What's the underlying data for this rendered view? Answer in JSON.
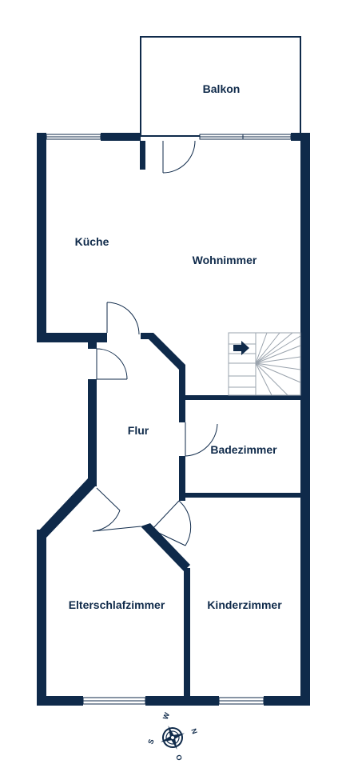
{
  "colors": {
    "wall": "#0f2a4a",
    "background": "#ffffff",
    "stairs": "#9aa3ad"
  },
  "rooms": {
    "balkon": "Balkon",
    "kueche": "Küche",
    "wohnzimmer": "Wohnimmer",
    "flur": "Flur",
    "badezimmer": "Badezimmer",
    "elternschlafzimmer": "Elterschlafzimmer",
    "kinderzimmer": "Kinderzimmer"
  },
  "compass": {
    "n": "N",
    "o": "O",
    "s": "S",
    "w": "W",
    "icon": "compass-rose-icon"
  },
  "stairs": {
    "icon": "arrow-right-icon"
  }
}
